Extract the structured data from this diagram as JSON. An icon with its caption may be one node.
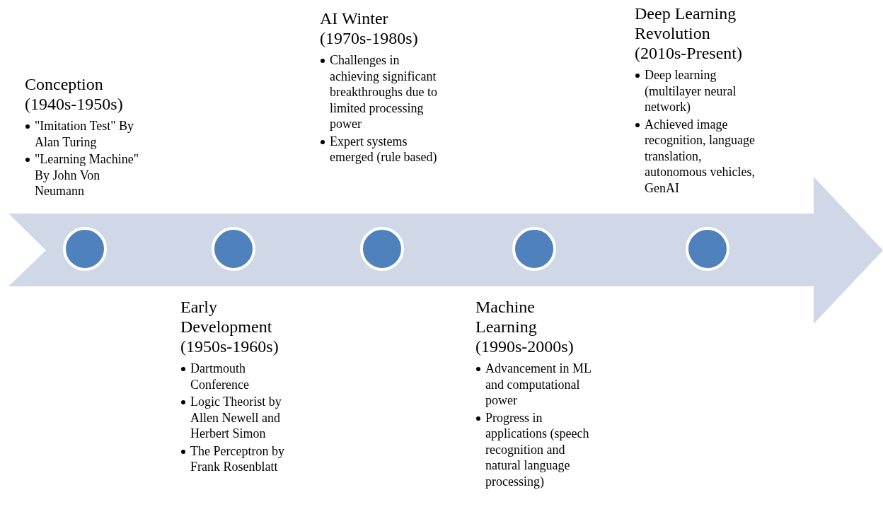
{
  "diagram": {
    "nodes": [
      {
        "text": [],
        "shape": "arrow"
      },
      {
        "text": [],
        "shape": "circle",
        "in": 0,
        "beside": [
          "Conception (1940s-1950s)",
          "\"Imitation Test\" By Alan Turing",
          "\"Learning Machine\" By John Von Neumann"
        ]
      },
      {
        "text": [],
        "shape": "circle",
        "in": 0,
        "beside": [
          "Early Development (1950s-1960s)",
          "Dartmouth Conference",
          "Logic Theorist by Allen Newell and Herbert Simon",
          "The Perceptron by Frank Rosenblatt"
        ]
      },
      {
        "text": [],
        "shape": "circle",
        "in": 0,
        "beside": [
          "AI Winter (1970s-1980s)",
          "Challenges in achieving significant breakthroughs due to limited processing power",
          "Expert systems emerged (rule based)"
        ]
      },
      {
        "text": [],
        "shape": "circle",
        "in": 0,
        "beside": [
          "Machine Learning (1990s-2000s)",
          "Advancement in ML and computational power",
          "Progress in applications (speech recognition and natural language processing)"
        ]
      },
      {
        "text": [],
        "shape": "circle",
        "in": 0,
        "beside": [
          "Deep Learning Revolution (2010s-Present)",
          "Deep learning (multilayer neural network)",
          "Achieved image recognition, language translation, autonomous vehicles, GenAI"
        ]
      }
    ],
    "edges": []
  }
}
